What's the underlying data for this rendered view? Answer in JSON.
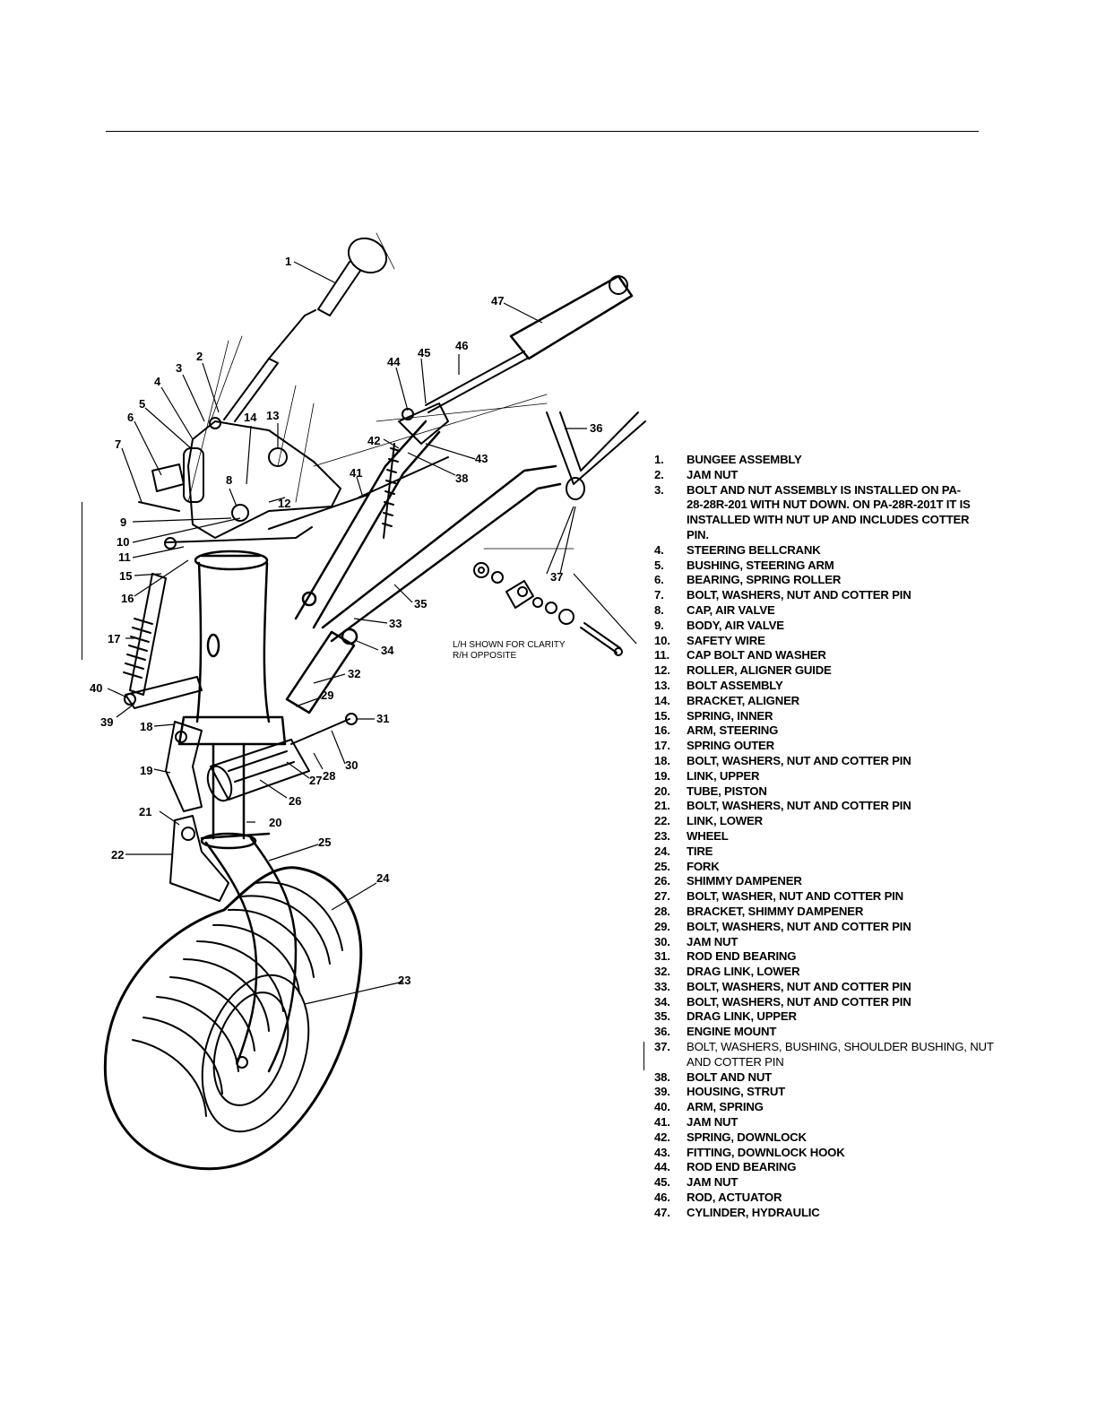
{
  "diagram": {
    "callouts": [
      "1",
      "2",
      "3",
      "4",
      "5",
      "6",
      "7",
      "8",
      "9",
      "10",
      "11",
      "12",
      "13",
      "14",
      "15",
      "16",
      "17",
      "18",
      "19",
      "20",
      "21",
      "22",
      "23",
      "24",
      "25",
      "26",
      "27",
      "28",
      "29",
      "30",
      "31",
      "32",
      "33",
      "34",
      "35",
      "36",
      "37",
      "38",
      "39",
      "40",
      "41",
      "42",
      "43",
      "44",
      "45",
      "46",
      "47"
    ],
    "note_line1": "L/H SHOWN FOR CLARITY",
    "note_line2": "R/H OPPOSITE"
  },
  "parts": [
    {
      "num": "1.",
      "text": "BUNGEE ASSEMBLY"
    },
    {
      "num": "2.",
      "text": "JAM NUT"
    },
    {
      "num": "3.",
      "text": "BOLT AND NUT ASSEMBLY IS INSTALLED ON PA-28-28R-201 WITH NUT DOWN.  ON PA-28R-201T IT IS INSTALLED WITH NUT UP AND INCLUDES COTTER PIN."
    },
    {
      "num": "4.",
      "text": "STEERING BELLCRANK"
    },
    {
      "num": "5.",
      "text": "BUSHING, STEERING ARM"
    },
    {
      "num": "6.",
      "text": "BEARING, SPRING ROLLER"
    },
    {
      "num": "7.",
      "text": "BOLT, WASHERS, NUT AND COTTER PIN"
    },
    {
      "num": "8.",
      "text": "CAP, AIR VALVE"
    },
    {
      "num": "9.",
      "text": "BODY, AIR VALVE"
    },
    {
      "num": "10.",
      "text": "SAFETY WIRE"
    },
    {
      "num": "11.",
      "text": "CAP BOLT AND WASHER"
    },
    {
      "num": "12.",
      "text": "ROLLER, ALIGNER GUIDE"
    },
    {
      "num": "13.",
      "text": "BOLT ASSEMBLY"
    },
    {
      "num": "14.",
      "text": "BRACKET, ALIGNER"
    },
    {
      "num": "15.",
      "text": "SPRING, INNER"
    },
    {
      "num": "16.",
      "text": "ARM, STEERING"
    },
    {
      "num": "17.",
      "text": "SPRING OUTER"
    },
    {
      "num": "18.",
      "text": "BOLT, WASHERS, NUT AND COTTER PIN"
    },
    {
      "num": "19.",
      "text": "LINK, UPPER"
    },
    {
      "num": "20.",
      "text": "TUBE, PISTON"
    },
    {
      "num": "21.",
      "text": "BOLT, WASHERS, NUT AND COTTER PIN"
    },
    {
      "num": "22.",
      "text": "LINK, LOWER"
    },
    {
      "num": "23.",
      "text": "WHEEL"
    },
    {
      "num": "24.",
      "text": "TIRE"
    },
    {
      "num": "25.",
      "text": "FORK"
    },
    {
      "num": "26.",
      "text": "SHIMMY DAMPENER"
    },
    {
      "num": "27.",
      "text": "BOLT, WASHER, NUT AND COTTER PIN"
    },
    {
      "num": "28.",
      "text": "BRACKET, SHIMMY DAMPENER"
    },
    {
      "num": "29.",
      "text": "BOLT, WASHERS, NUT AND COTTER PIN"
    },
    {
      "num": "30.",
      "text": "JAM NUT"
    },
    {
      "num": "31.",
      "text": "ROD END BEARING"
    },
    {
      "num": "32.",
      "text": "DRAG LINK, LOWER"
    },
    {
      "num": "33.",
      "text": "BOLT, WASHERS, NUT AND COTTER PIN"
    },
    {
      "num": "34.",
      "text": "BOLT, WASHERS, NUT AND COTTER PIN"
    },
    {
      "num": "35.",
      "text": "DRAG LINK, UPPER"
    },
    {
      "num": "36.",
      "text": "ENGINE MOUNT"
    },
    {
      "num": "37.",
      "text": "BOLT, WASHERS, BUSHING, SHOULDER BUSHING, NUT AND COTTER PIN"
    },
    {
      "num": "38.",
      "text": "BOLT AND NUT"
    },
    {
      "num": "39.",
      "text": "HOUSING, STRUT"
    },
    {
      "num": "40.",
      "text": "ARM, SPRING"
    },
    {
      "num": "41.",
      "text": "JAM NUT"
    },
    {
      "num": "42.",
      "text": "SPRING, DOWNLOCK"
    },
    {
      "num": "43.",
      "text": "FITTING, DOWNLOCK HOOK"
    },
    {
      "num": "44.",
      "text": "ROD END BEARING"
    },
    {
      "num": "45.",
      "text": "JAM NUT"
    },
    {
      "num": "46.",
      "text": "ROD, ACTUATOR"
    },
    {
      "num": "47.",
      "text": "CYLINDER, HYDRAULIC"
    }
  ]
}
